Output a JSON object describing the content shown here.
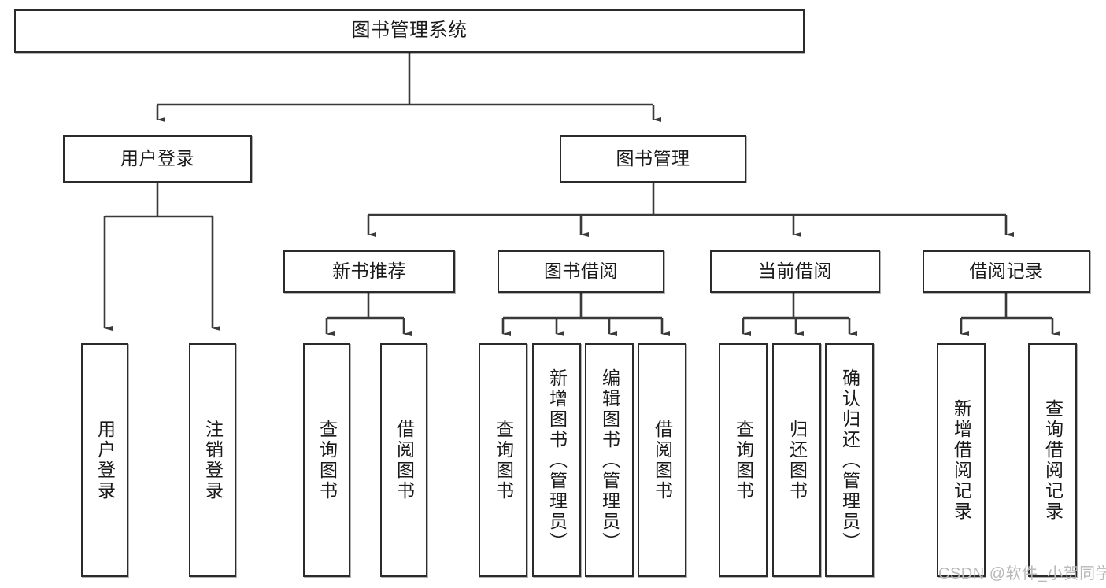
{
  "diagram": {
    "title": "图书管理系统",
    "type": "hierarchy-tree",
    "orientation": "top-down",
    "colors": {
      "box_border": "#2b2b2b",
      "box_fill": "#ffffff",
      "connector": "#3a3a3a",
      "text": "#1a1a1a",
      "watermark": "#b9b9b9",
      "background": "#ffffff"
    },
    "root": {
      "label": "图书管理系统"
    },
    "level2": [
      {
        "label": "用户登录"
      },
      {
        "label": "图书管理"
      }
    ],
    "level3": [
      {
        "label": "新书推荐"
      },
      {
        "label": "图书借阅"
      },
      {
        "label": "当前借阅"
      },
      {
        "label": "借阅记录"
      }
    ],
    "leaves": {
      "user_login": [
        {
          "label": "用户登录"
        },
        {
          "label": "注销登录"
        }
      ],
      "new_book_recommend": [
        {
          "label": "查询图书"
        },
        {
          "label": "借阅图书"
        }
      ],
      "book_borrow": [
        {
          "label": "查询图书"
        },
        {
          "label": "新增图书（管理员）"
        },
        {
          "label": "编辑图书（管理员）"
        },
        {
          "label": "借阅图书"
        }
      ],
      "current_borrow": [
        {
          "label": "查询图书"
        },
        {
          "label": "归还图书"
        },
        {
          "label": "确认归还（管理员）"
        }
      ],
      "borrow_record": [
        {
          "label": "新增借阅记录"
        },
        {
          "label": "查询借阅记录"
        }
      ]
    },
    "watermark": "CSDN @软件_小贺同学"
  }
}
